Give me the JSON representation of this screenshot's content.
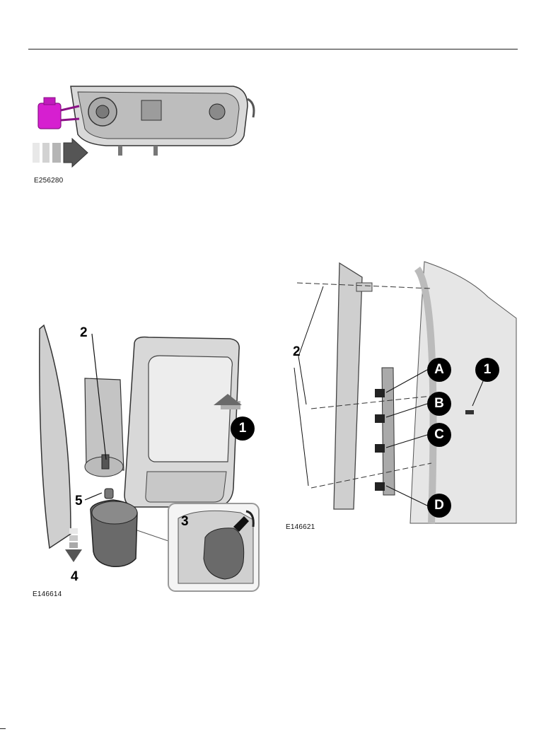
{
  "figures": [
    {
      "id": "fig1",
      "code": "E256280",
      "callouts": []
    },
    {
      "id": "fig2",
      "code": "E146614",
      "callouts": [
        "1",
        "2",
        "3",
        "4",
        "5"
      ]
    },
    {
      "id": "fig3",
      "code": "E146621",
      "callouts": [
        "1",
        "2",
        "A",
        "B",
        "C",
        "D"
      ]
    }
  ],
  "colors": {
    "accent": "#d61fd0",
    "arrow": "#555555",
    "part": "#c9c9c9",
    "line": "#222222"
  }
}
